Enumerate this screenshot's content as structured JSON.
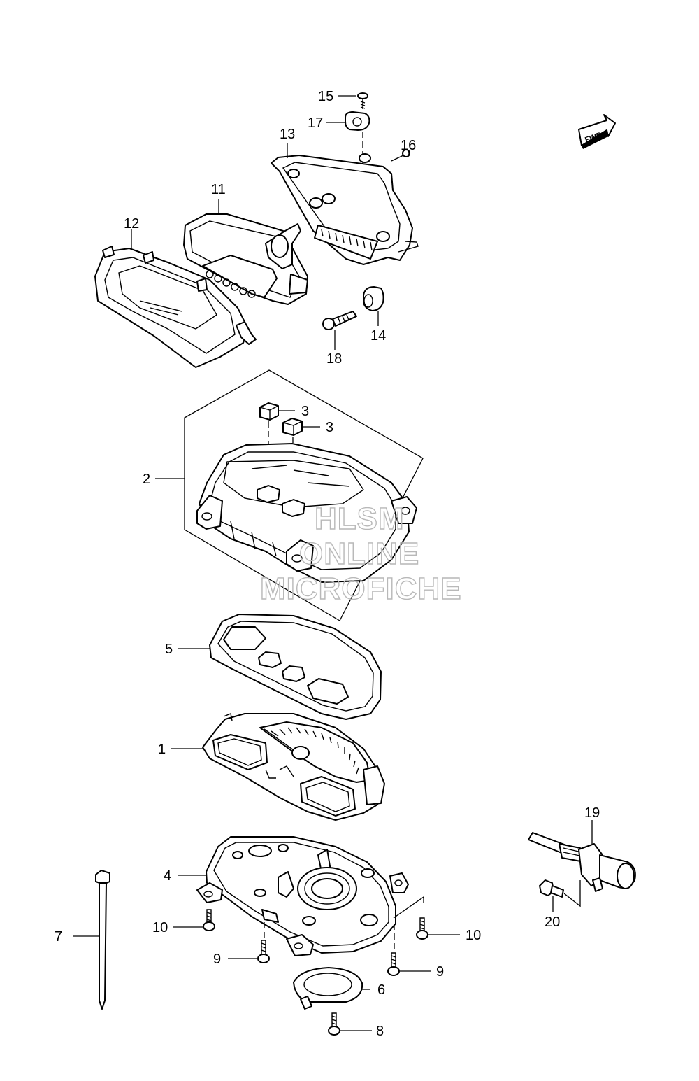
{
  "callouts": {
    "c1": "1",
    "c2": "2",
    "c3a": "3",
    "c3b": "3",
    "c4": "4",
    "c5": "5",
    "c6": "6",
    "c7": "7",
    "c8": "8",
    "c9a": "9",
    "c9b": "9",
    "c10a": "10",
    "c10b": "10",
    "c11": "11",
    "c12": "12",
    "c13": "13",
    "c14": "14",
    "c15": "15",
    "c16": "16",
    "c17": "17",
    "c18": "18",
    "c19": "19",
    "c20": "20"
  },
  "fwd_badge": "FWD",
  "watermark": {
    "line1": "HLSM",
    "line2": "ONLINE",
    "line3": "MICROFICHE"
  }
}
